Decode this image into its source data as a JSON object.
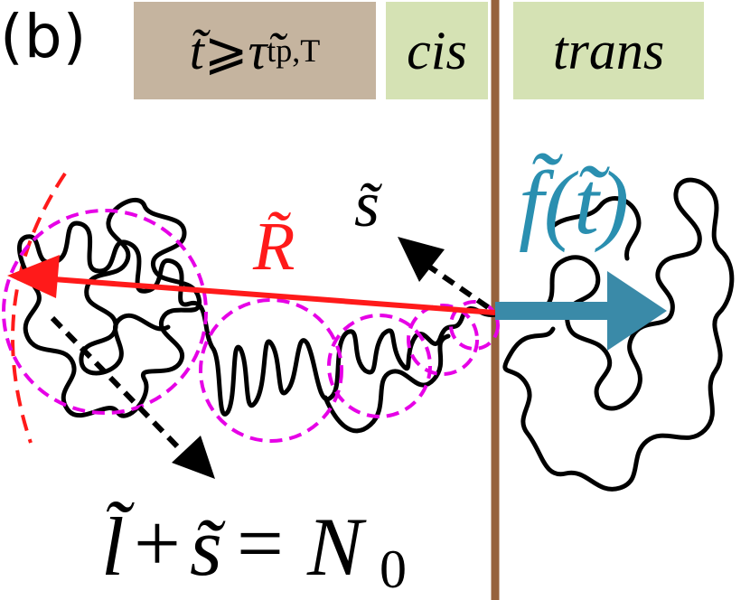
{
  "panel_label": "(b)",
  "time_box": {
    "lhs": "t̃",
    "relation": "⩾",
    "rhs": "τ̃",
    "subscript": "tp,T",
    "color": "#c5b49f"
  },
  "cis_label": "cis",
  "trans_label": "trans",
  "side_box_color": "#d5e2b4",
  "R_label": "R̃",
  "s_label": "s̃",
  "force_label": "f̃(t̃)",
  "constraint": {
    "l": "l̃",
    "plus": "+",
    "s": "s̃",
    "equals": "=",
    "N": "N",
    "N_sub": "0"
  },
  "colors": {
    "membrane": "#96623c",
    "R_arrow": "#ff1a1a",
    "blob_circles": "#e600e6",
    "force_arrow": "#3a8aa8",
    "force_text": "#2a8fb0",
    "polymer": "#000000"
  }
}
